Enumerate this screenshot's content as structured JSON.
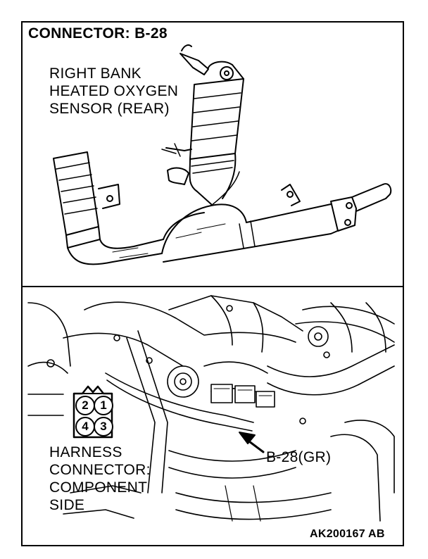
{
  "diagram": {
    "title": "CONNECTOR: B-28",
    "sensor_label": [
      "RIGHT BANK",
      "HEATED OXYGEN",
      "SENSOR (REAR)"
    ],
    "harness_label": [
      "HARNESS",
      "CONNECTOR:",
      "COMPONENT",
      "SIDE"
    ],
    "connector_callout": "B-28(GR)",
    "figure_id": "AK200167 AB",
    "connector_pins": [
      "2",
      "1",
      "4",
      "3"
    ]
  }
}
